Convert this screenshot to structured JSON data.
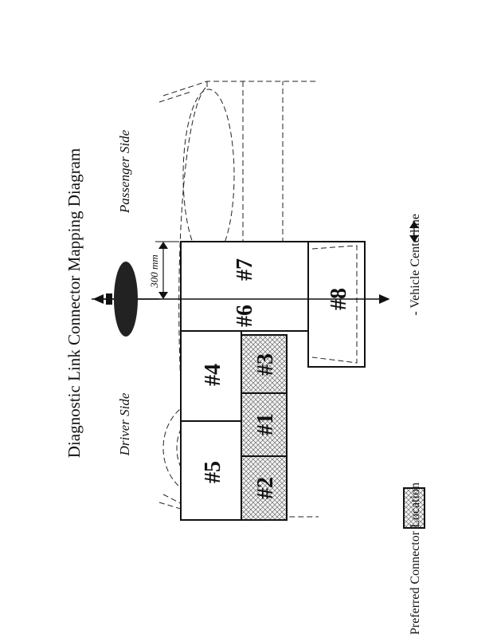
{
  "title": "Diagnostic Link Connector Mapping Diagram",
  "driver_side": "Driver Side",
  "passenger_side": "Passenger Side",
  "dimension": "300 mm",
  "locations": [
    "#1",
    "#2",
    "#3",
    "#4",
    "#5",
    "#6",
    "#7",
    "#8"
  ],
  "preferred_locations": [
    "#1",
    "#2",
    "#3"
  ],
  "legend": {
    "preferred": "- Preferred Connector Location",
    "centerline": "- Vehicle Centerline"
  }
}
